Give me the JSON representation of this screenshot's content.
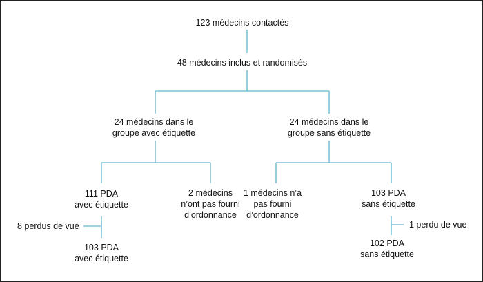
{
  "diagram": {
    "line_color": "#7ec3d6",
    "text_color": "#111111",
    "nodes": {
      "contacted": [
        "123 médecins contactés"
      ],
      "randomized": [
        "48 médecins inclus et randomisés"
      ],
      "group_with_label": [
        "24 médecins dans le",
        "groupe avec étiquette"
      ],
      "group_without_label": [
        "24 médecins dans le",
        "groupe sans étiquette"
      ],
      "pda_with_label": [
        "111 PDA",
        "avec étiquette"
      ],
      "no_prescription_with": [
        "2 médecins",
        "n’ont pas fourni",
        "d’ordonnance"
      ],
      "no_prescription_without": [
        "1 médecins n’a",
        "pas fourni",
        "d’ordonnance"
      ],
      "pda_without_label": [
        "103 PDA",
        "sans étiquette"
      ],
      "lost_with_label": [
        "8 perdus de vue"
      ],
      "lost_without_label": [
        "1 perdu de vue"
      ],
      "final_with_label": [
        "103 PDA",
        "avec étiquette"
      ],
      "final_without_label": [
        "102 PDA",
        "sans étiquette"
      ]
    }
  }
}
